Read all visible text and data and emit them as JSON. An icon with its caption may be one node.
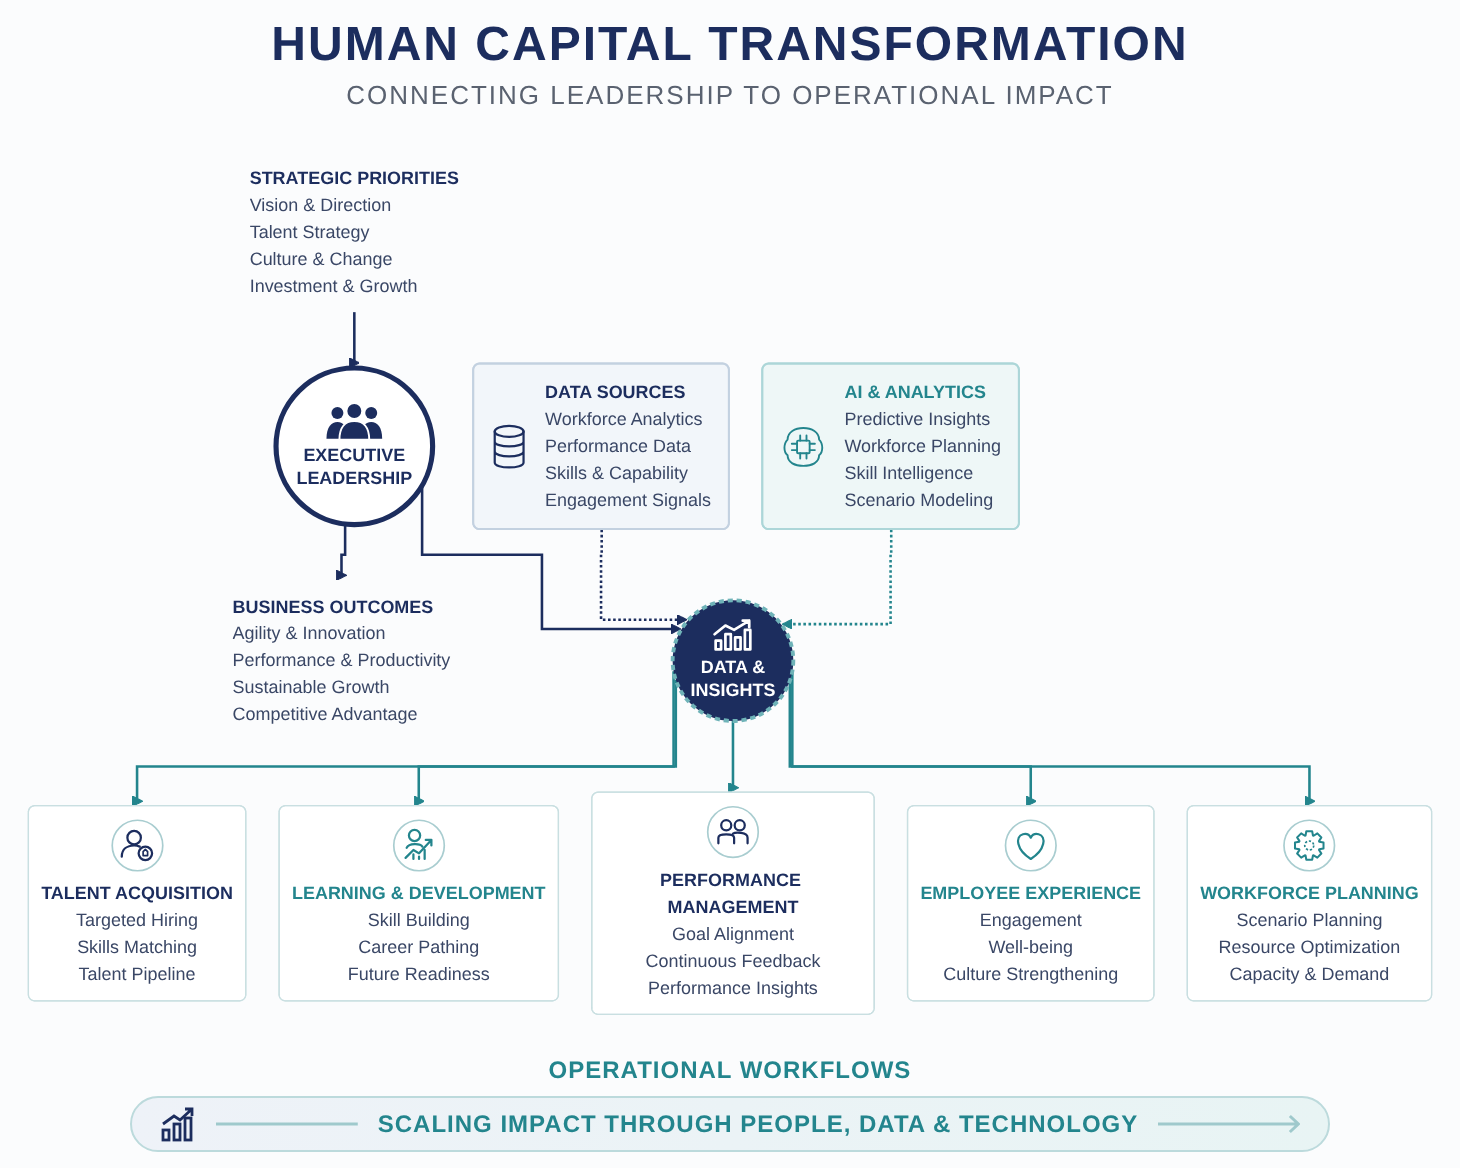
{
  "diagram": {
    "title": "HUMAN CAPITAL TRANSFORMATION",
    "caption": "SCALING IMPACT THROUGH PEOPLE, DATA & TECHNOLOGY",
    "nodes": [
      {
        "text": [
          "STRATEGIC PRIORITIES",
          "Vision & Direction",
          "Talent Strategy",
          "Culture & Change",
          "Investment & Growth"
        ]
      },
      {
        "text": [
          "EXECUTIVE LEADERSHIP"
        ]
      },
      {
        "text": [
          "BUSINESS OUTCOMES",
          "Agility & Innovation",
          "Performance & Productivity",
          "Sustainable Growth",
          "Competitive Advantage"
        ]
      },
      {
        "text": [
          "DATA SOURCES",
          "Workforce Analytics",
          "Performance Data",
          "Skills & Capability",
          "Engagement Signals"
        ]
      },
      {
        "text": [
          "DATA & INSIGHTS"
        ]
      },
      {
        "text": [
          "AI & ANALYTICS",
          "Predictive Insights",
          "Workforce Planning",
          "Skill Intelligence",
          "Scenario Modeling"
        ]
      },
      {
        "text": [
          "TALENT ACQUISITION",
          "Targeted Hiring",
          "Skills Matching",
          "Talent Pipeline"
        ]
      },
      {
        "text": [
          "LEARNING & DEVELOPMENT",
          "Skill Building",
          "Career Pathing",
          "Future Readiness"
        ]
      },
      {
        "text": [
          "PERFORMANCE MANAGEMENT",
          "Goal Alignment",
          "Continuous Feedback",
          "Performance Insights"
        ]
      },
      {
        "text": [
          "EMPLOYEE EXPERIENCE",
          "Engagement",
          "Well-being",
          "Culture Strengthening"
        ]
      },
      {
        "text": [
          "WORKFORCE PLANNING",
          "Scenario Planning",
          "Resource Optimization",
          "Capacity & Demand"
        ]
      }
    ],
    "edges": [
      {
        "from": 0,
        "to": 1,
        "arrow": "to",
        "color": "#1c2d5e"
      },
      {
        "from": 1,
        "to": 2,
        "arrow": "to",
        "color": "#1c2d5e"
      },
      {
        "from": 1,
        "to": 4,
        "arrow": "to",
        "color": "#1c2d5e"
      },
      {
        "from": 3,
        "to": 4,
        "arrow": "to",
        "style": "dashed",
        "color": "#1c2d5e"
      },
      {
        "from": 5,
        "to": 4,
        "arrow": "to",
        "style": "dashed"
      },
      {
        "from": 4,
        "to": 6,
        "arrow": "to"
      },
      {
        "from": 4,
        "to": 7,
        "arrow": "to"
      },
      {
        "from": 4,
        "to": 8,
        "arrow": "to"
      },
      {
        "from": 4,
        "to": 9,
        "arrow": "to"
      },
      {
        "from": 4,
        "to": 10,
        "arrow": "to"
      }
    ],
    "labels": [
      "CONNECTING LEADERSHIP TO OPERATIONAL IMPACT",
      "OPERATIONAL WORKFLOWS"
    ]
  }
}
